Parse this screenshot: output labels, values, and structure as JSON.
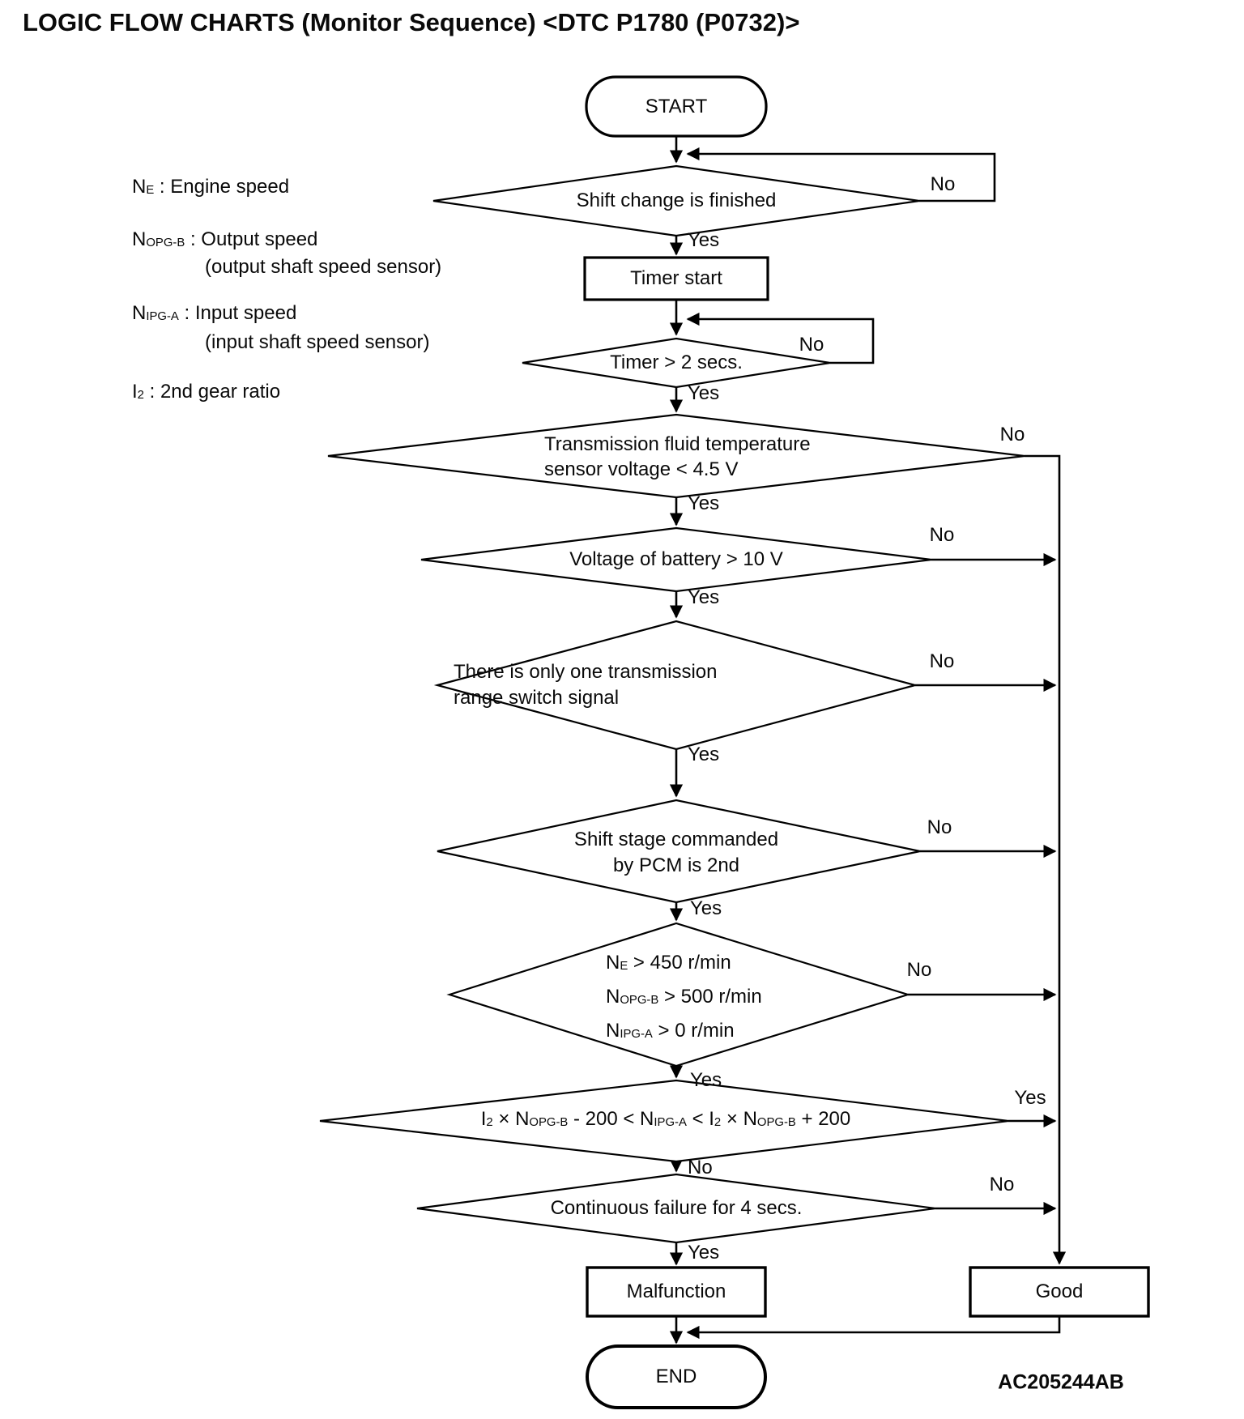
{
  "title": "LOGIC FLOW CHARTS (Monitor Sequence) <DTC P1780 (P0732)>",
  "figure_code": "AC205244AB",
  "labels": {
    "yes": "Yes",
    "no": "No"
  },
  "legend": {
    "engine_speed": {
      "parts": [
        {
          "t": "N"
        },
        {
          "s": "E"
        },
        {
          "t": " : Engine speed"
        }
      ]
    },
    "output_speed": {
      "parts": [
        {
          "t": "N"
        },
        {
          "s": "OPG-B"
        },
        {
          "t": " : Output speed"
        }
      ],
      "note": "(output shaft speed sensor)"
    },
    "input_speed": {
      "parts": [
        {
          "t": "N"
        },
        {
          "s": "IPG-A"
        },
        {
          "t": " : Input speed"
        }
      ],
      "note": "(input shaft speed sensor)"
    },
    "gear_ratio": {
      "parts": [
        {
          "t": "I"
        },
        {
          "s": "2"
        },
        {
          "t": " : 2nd gear ratio"
        }
      ]
    }
  },
  "nodes": {
    "start": {
      "label": "START"
    },
    "d_shift_change": {
      "label": "Shift change is finished"
    },
    "timer_start": {
      "label": "Timer start"
    },
    "d_timer": {
      "label": "Timer > 2 secs."
    },
    "d_fluid_temp": {
      "lines": [
        "Transmission fluid temperature",
        "sensor voltage < 4.5 V"
      ]
    },
    "d_battery": {
      "label": "Voltage of battery > 10 V"
    },
    "d_range_switch": {
      "lines": [
        "There is only one transmission",
        "range switch signal"
      ]
    },
    "d_shift_stage": {
      "lines": [
        "Shift stage commanded",
        "by PCM is 2nd"
      ]
    },
    "d_speeds": {
      "lines_rich": [
        [
          {
            "t": "N"
          },
          {
            "s": "E"
          },
          {
            "t": " > 450 r/min"
          }
        ],
        [
          {
            "t": "N"
          },
          {
            "s": "OPG-B"
          },
          {
            "t": " > 500 r/min"
          }
        ],
        [
          {
            "t": "N"
          },
          {
            "s": "IPG-A"
          },
          {
            "t": " > 0 r/min"
          }
        ]
      ]
    },
    "d_formula": {
      "rich": [
        {
          "t": "I"
        },
        {
          "s": "2"
        },
        {
          "t": " × N"
        },
        {
          "s": "OPG-B"
        },
        {
          "t": " - 200 < N"
        },
        {
          "s": "IPG-A"
        },
        {
          "t": " < I"
        },
        {
          "s": "2"
        },
        {
          "t": " × N"
        },
        {
          "s": "OPG-B"
        },
        {
          "t": " + 200"
        }
      ]
    },
    "d_continuous": {
      "label": "Continuous failure for 4 secs."
    },
    "malfunction": {
      "label": "Malfunction"
    },
    "good": {
      "label": "Good"
    },
    "end": {
      "label": "END"
    }
  }
}
